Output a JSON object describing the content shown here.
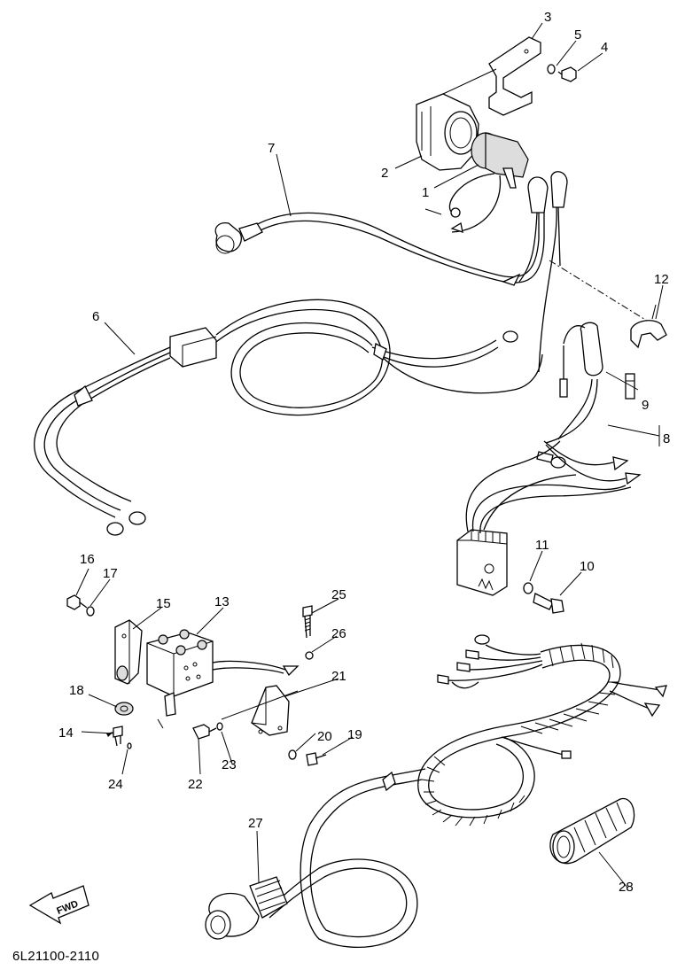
{
  "diagram": {
    "drawing_code": "6L21100-2110",
    "fwd_label": "FWD",
    "callouts": {
      "p1": "1",
      "p2": "2",
      "p3": "3",
      "p4": "4",
      "p5": "5",
      "p6": "6",
      "p7": "7",
      "p8": "8",
      "p9": "9",
      "p10": "10",
      "p11": "11",
      "p12": "12",
      "p13": "13",
      "p14": "14",
      "p15": "15",
      "p16": "16",
      "p17": "17",
      "p18": "18",
      "p19": "19",
      "p20": "20",
      "p21": "21",
      "p22": "22",
      "p23": "23",
      "p24": "24",
      "p25": "25",
      "p26": "26",
      "p27": "27",
      "p28": "28"
    }
  }
}
